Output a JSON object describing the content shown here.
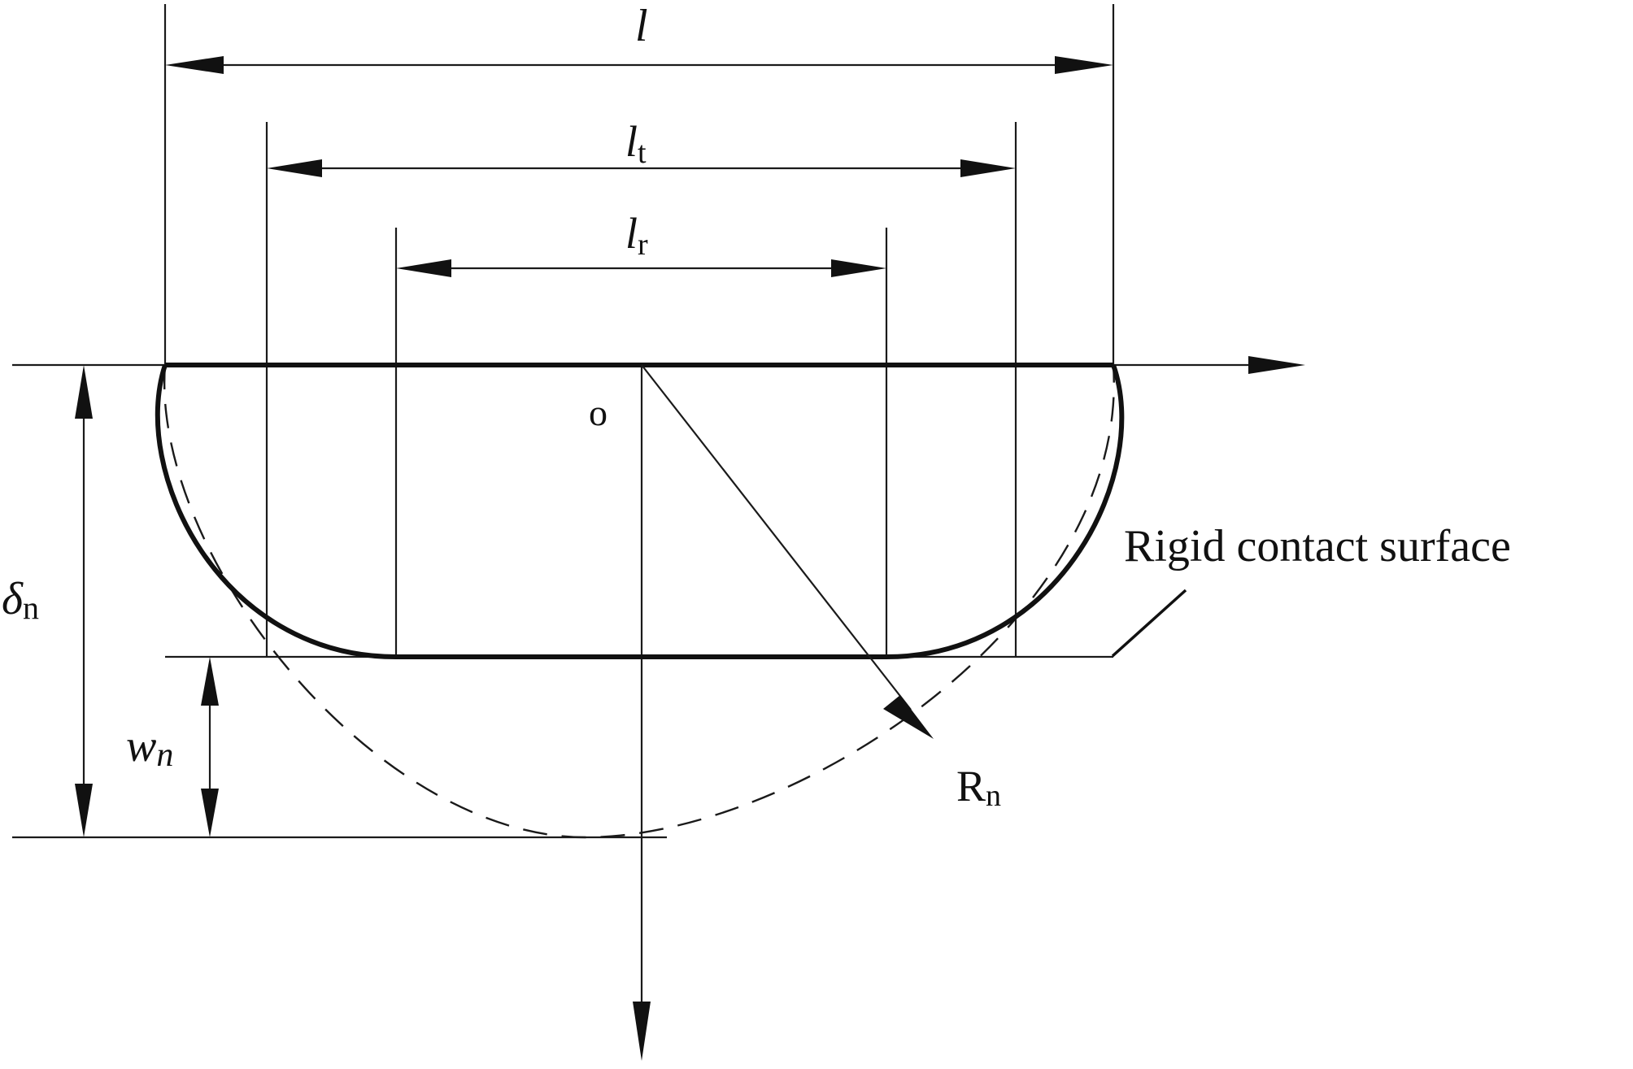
{
  "labels": {
    "l": "l",
    "lt_main": "l",
    "lt_sub": "t",
    "lr_main": "l",
    "lr_sub": "r",
    "origin": "o",
    "radius_main": "R",
    "radius_sub": "n",
    "delta_main": "δ",
    "delta_sub": "n",
    "w_main": "w",
    "w_sub": "n",
    "surface": "Rigid contact surface"
  }
}
